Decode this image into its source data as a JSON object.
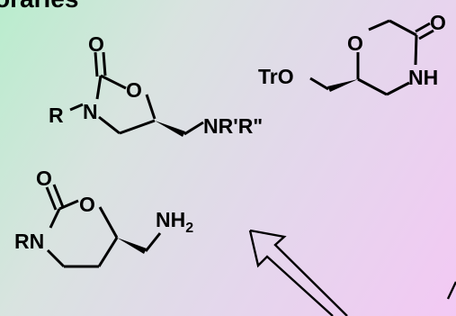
{
  "header": {
    "partial_title": "oraries"
  },
  "molecules": {
    "oxazolidinone": {
      "atom_carbonyl_o": "O",
      "atom_ring_o": "O",
      "atom_ring_n": "N",
      "substituent_r": "R",
      "amine_group": "NR'R\""
    },
    "morpholinone": {
      "atom_ring_o": "O",
      "atom_carbonyl_o": "O",
      "atom_nh": "NH",
      "protecting_group": "TrO"
    },
    "oxazinanone": {
      "atom_carbonyl_o": "O",
      "atom_ring_o": "O",
      "atom_ring_n": "RN",
      "amine_nh": "NH",
      "amine_subscript": "2"
    }
  },
  "colors": {
    "ink": "#000000",
    "gradient_start": "#b9edcd",
    "gradient_end": "#f3c9f4"
  }
}
